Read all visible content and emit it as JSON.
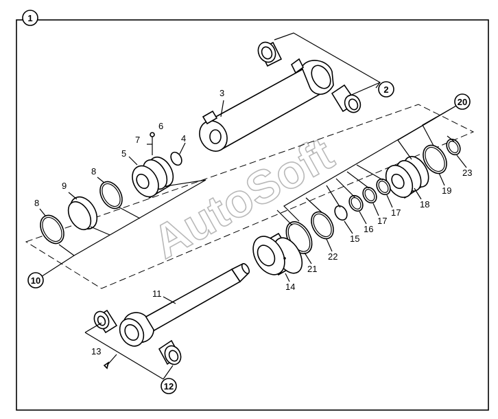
{
  "diagram": {
    "callouts": {
      "c1": "1",
      "c2": "2",
      "c10": "10",
      "c12": "12",
      "c20": "20"
    },
    "labels": {
      "l3": "3",
      "l4": "4",
      "l5": "5",
      "l6": "6",
      "l7": "7",
      "l8a": "8",
      "l8b": "8",
      "l9": "9",
      "l11": "11",
      "l13": "13",
      "l14": "14",
      "l15": "15",
      "l16": "16",
      "l17a": "17",
      "l17b": "17",
      "l18": "18",
      "l19": "19",
      "l21": "21",
      "l22": "22",
      "l23": "23"
    },
    "watermark": "AutoSoft"
  }
}
